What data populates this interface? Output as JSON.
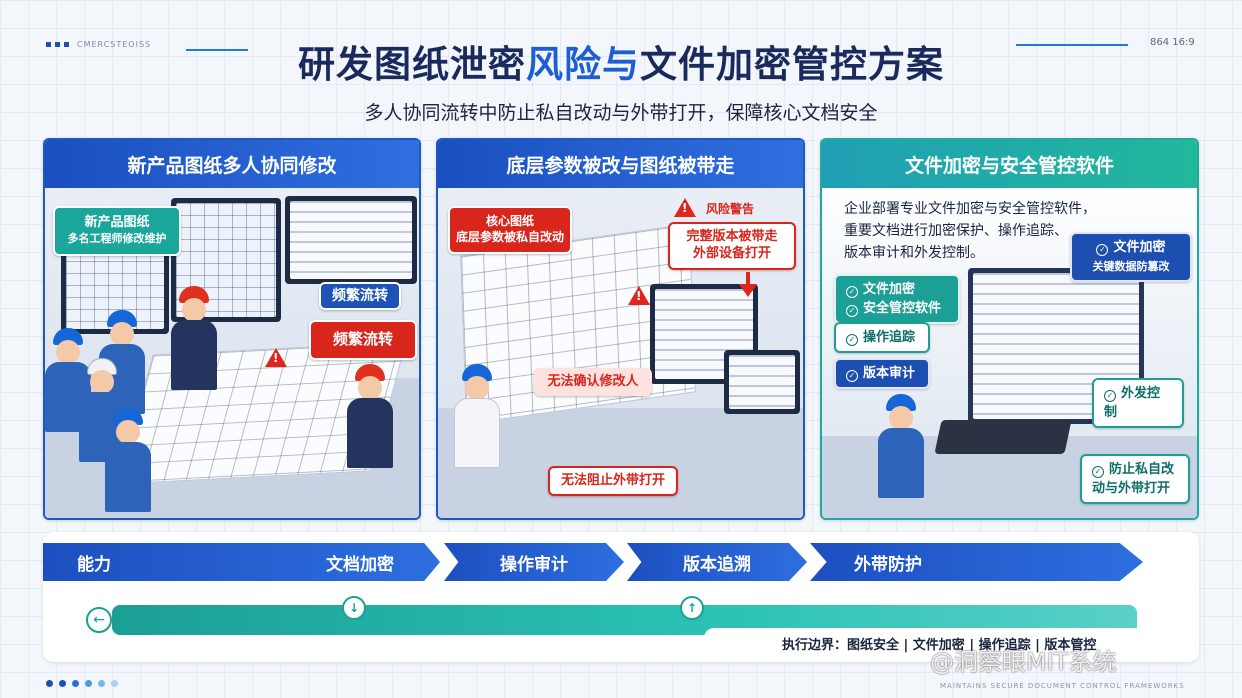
{
  "header": {
    "title_part1": "研发图纸泄密",
    "title_part2": "风险与",
    "title_part3": "文件加密管控方案",
    "subtitle": "多人协同流转中防止私自改动与外带打开，保障核心文档安全",
    "corner_left": "CMERCSTEOISS",
    "corner_right": "864 16:9"
  },
  "panels": [
    {
      "title": "新产品图纸多人协同修改",
      "tag_main_line1": "新产品图纸",
      "tag_main_line2": "多名工程师修改维护",
      "tag_flow1": "频繁流转",
      "tag_flow2": "频繁流转"
    },
    {
      "title": "底层参数被改与图纸被带走",
      "tag_core_line1": "核心图纸",
      "tag_core_line2": "底层参数被私自改动",
      "warn_label": "风险警告",
      "tag_taken_line1": "完整版本被带走",
      "tag_taken_line2": "外部设备打开",
      "tag_unknown": "无法确认修改人",
      "tag_block": "无法阻止外带打开"
    },
    {
      "title": "文件加密与安全管控软件",
      "desc_line1": "企业部署专业文件加密与安全管控软件，",
      "desc_line2": "重要文档进行加密保护、操作追踪、",
      "desc_line3": "版本审计和外发控制。",
      "chip_encrypt_line1": "文件加密",
      "chip_encrypt_line2": "安全管控软件",
      "chip_track": "操作追踪",
      "chip_audit": "版本审计",
      "callout_title": "文件加密",
      "callout_sub": "关键数据防篡改",
      "chip_outbound": "外发控制",
      "chip_prevent_line1": "防止私自改",
      "chip_prevent_line2": "动与外带打开"
    }
  ],
  "capabilities": {
    "lead": "能力",
    "items": [
      "文档加密",
      "操作审计",
      "版本追溯",
      "外带防护"
    ]
  },
  "boundary": "执行边界：图纸安全 | 文件加密 | 操作追踪 | 版本管控",
  "watermark": "@洞察眼MIT系统",
  "footer_text": "MAINTAINS SECURE DOCUMENT CONTROL FRAMEWORKS",
  "colors": {
    "primary_blue": "#1d58c7",
    "teal": "#1eaa9e",
    "alert_red": "#d9261c",
    "title_dark": "#1a2a5c"
  }
}
